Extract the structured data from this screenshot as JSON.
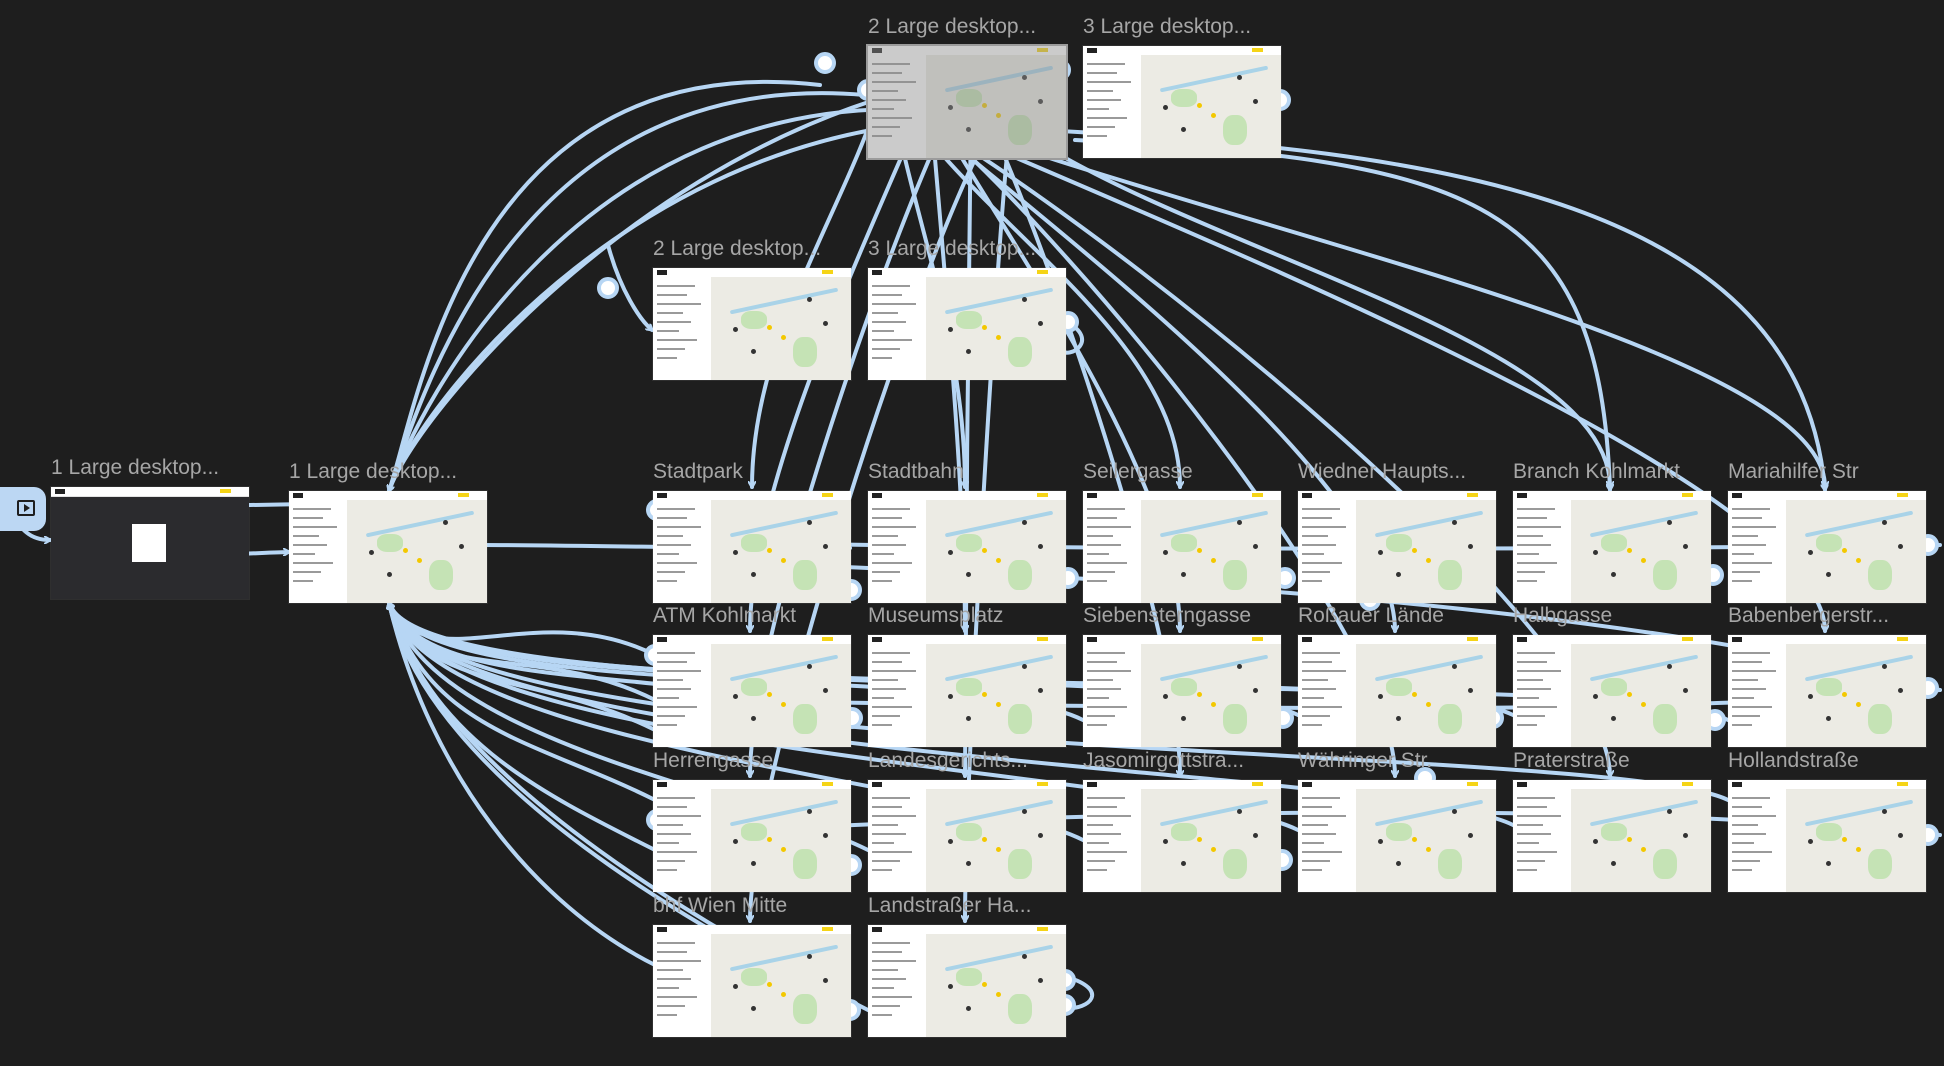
{
  "canvas": {
    "background": "#1e1e1e",
    "connector_color": "#b7d6f4"
  },
  "frames": [
    {
      "id": "f-1a",
      "label": "1 Large desktop...",
      "variant": "dark"
    },
    {
      "id": "f-1b",
      "label": "1 Large desktop..."
    },
    {
      "id": "f-2top",
      "label": "2 Large desktop...",
      "variant": "selected"
    },
    {
      "id": "f-3top",
      "label": "3 Large desktop..."
    },
    {
      "id": "f-2mid",
      "label": "2 Large desktop..."
    },
    {
      "id": "f-3mid",
      "label": "3 Large desktop..."
    },
    {
      "id": "stadtpark",
      "label": "Stadtpark"
    },
    {
      "id": "stadtbahn",
      "label": "Stadtbahn"
    },
    {
      "id": "seilergasse",
      "label": "Seilergasse"
    },
    {
      "id": "wiedner",
      "label": "Wiedner Haupts..."
    },
    {
      "id": "kohlmarkt",
      "label": "Branch Kohlmarkt"
    },
    {
      "id": "mariahilfer",
      "label": "Mariahilfer Str"
    },
    {
      "id": "atm-kohlmarkt",
      "label": "ATM Kohlmarkt"
    },
    {
      "id": "museumsplatz",
      "label": "Museumsplatz"
    },
    {
      "id": "siebenstern",
      "label": "Siebensterngasse"
    },
    {
      "id": "rossauer",
      "label": "Roßauer Lände"
    },
    {
      "id": "halbgasse",
      "label": "Halbgasse"
    },
    {
      "id": "babenberger",
      "label": "Babenbergerstr..."
    },
    {
      "id": "herrengasse",
      "label": "Herrengasse"
    },
    {
      "id": "landesgericht",
      "label": "Landesgerichts..."
    },
    {
      "id": "jasomirgott",
      "label": "Jasomirgottstra..."
    },
    {
      "id": "waehringer",
      "label": "Währinger Str."
    },
    {
      "id": "praterstrasse",
      "label": "Praterstraße"
    },
    {
      "id": "hollandstrasse",
      "label": "Hollandstraße"
    },
    {
      "id": "bhf-wien-mitte",
      "label": "bhf Wien Mitte"
    },
    {
      "id": "landstrasser",
      "label": "Landstraßer Ha..."
    }
  ]
}
